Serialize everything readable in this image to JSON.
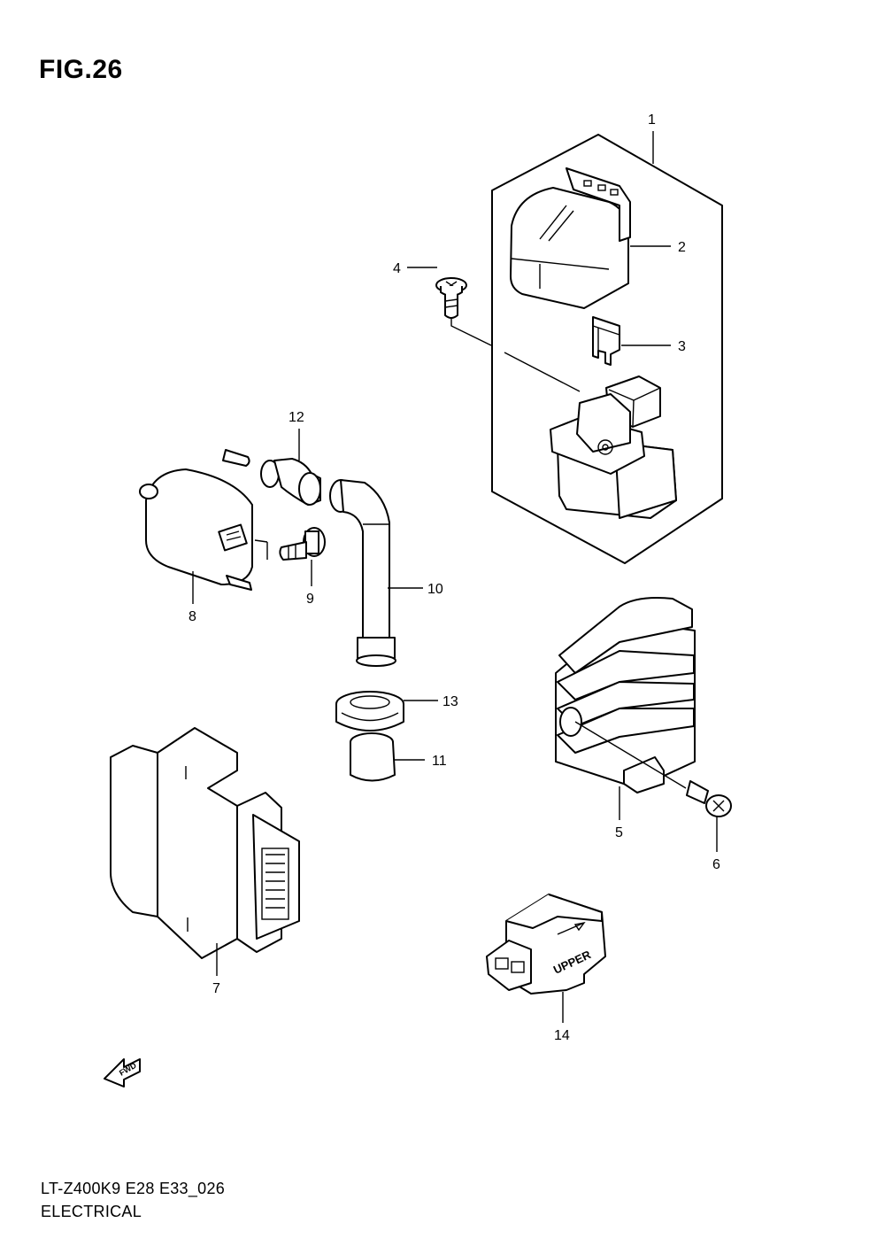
{
  "figure": {
    "title": "FIG.26"
  },
  "footer": {
    "model_code": "LT-Z400K9 E28 E33_026",
    "section": "ELECTRICAL"
  },
  "labels": {
    "upper_marking": "UPPER",
    "fwd_marking": "FWD"
  },
  "callouts": {
    "c1": "1",
    "c2": "2",
    "c3": "3",
    "c4": "4",
    "c5": "5",
    "c6": "6",
    "c7": "7",
    "c8": "8",
    "c9": "9",
    "c10": "10",
    "c11": "11",
    "c12": "12",
    "c13": "13",
    "c14": "14"
  }
}
